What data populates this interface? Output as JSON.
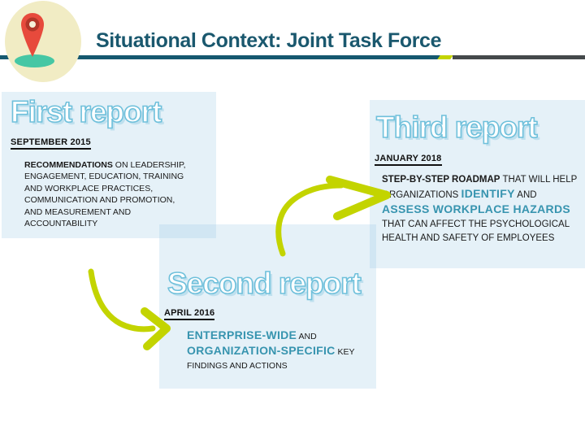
{
  "header": {
    "title": "Situational Context: Joint Task Force",
    "title_color": "#1a586e",
    "icon": "map-pin",
    "divider_colors": {
      "teal": "#15586f",
      "accent": "#c3d400",
      "gray": "#45494b"
    }
  },
  "reports": {
    "first": {
      "title": "First report",
      "date": "SEPTEMBER 2015",
      "seg": {
        "l1a": "RECOMMENDATIONS",
        "l1b": " ON LEADERSHIP,",
        "l2": "ENGAGEMENT, EDUCATION, TRAINING",
        "l3": "AND WORKPLACE PRACTICES,",
        "l4": "COMMUNICATION AND PROMOTION,",
        "l5": "AND MEASUREMENT AND",
        "l6": "ACCOUNTABILITY"
      }
    },
    "second": {
      "title": "Second report",
      "date": "APRIL 2016",
      "seg": {
        "l1a": "ENTERPRISE-WIDE",
        "l1b": " AND",
        "l2a": "ORGANIZATION-SPECIFIC",
        "l2b": " KEY",
        "l3": "FINDINGS AND ACTIONS"
      }
    },
    "third": {
      "title": "Third report",
      "date": "JANUARY 2018",
      "seg": {
        "l1a": "STEP-BY-STEP ROADMAP",
        "l1b": " THAT WILL HELP",
        "l2a": "ORGANIZATIONS ",
        "l2b": "IDENTIFY",
        "l2c": " AND",
        "l3": "ASSESS WORKPLACE HAZARDS",
        "l4": "THAT CAN AFFECT THE PSYCHOLOGICAL",
        "l5": "HEALTH AND SAFETY OF EMPLOYEES"
      }
    }
  },
  "colors": {
    "accent_text": "#3794af",
    "box_fill": "rgba(152,200,226,0.25)",
    "arrow_green": "#c3d400",
    "title_outline": "#6fc0db",
    "pin_red": "#e74a3c",
    "pin_ring": "#b23629",
    "pin_ground_teal": "#46c7a4",
    "logo_cream": "#f1ecc4"
  }
}
